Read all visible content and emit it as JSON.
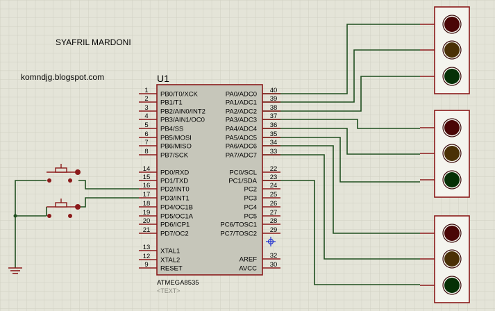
{
  "author": "SYAFRIL MARDONI",
  "website": "komndjg.blogspot.com",
  "chip": {
    "ref": "U1",
    "part": "ATMEGA8535",
    "text_placeholder": "<TEXT>",
    "left_pins": [
      {
        "num": "1",
        "name": "PB0/T0/XCK"
      },
      {
        "num": "2",
        "name": "PB1/T1"
      },
      {
        "num": "3",
        "name": "PB2/AIN0/INT2"
      },
      {
        "num": "4",
        "name": "PB3/AIN1/OC0"
      },
      {
        "num": "5",
        "name": "PB4/SS"
      },
      {
        "num": "6",
        "name": "PB5/MOSI"
      },
      {
        "num": "7",
        "name": "PB6/MISO"
      },
      {
        "num": "8",
        "name": "PB7/SCK"
      },
      {
        "num": "14",
        "name": "PD0/RXD"
      },
      {
        "num": "15",
        "name": "PD1/TXD"
      },
      {
        "num": "16",
        "name": "PD2/INT0"
      },
      {
        "num": "17",
        "name": "PD3/INT1"
      },
      {
        "num": "18",
        "name": "PD4/OC1B"
      },
      {
        "num": "19",
        "name": "PD5/OC1A"
      },
      {
        "num": "20",
        "name": "PD6/ICP1"
      },
      {
        "num": "21",
        "name": "PD7/OC2"
      },
      {
        "num": "13",
        "name": "XTAL1"
      },
      {
        "num": "12",
        "name": "XTAL2"
      },
      {
        "num": "9",
        "name": "RESET"
      }
    ],
    "right_pins": [
      {
        "num": "40",
        "name": "PA0/ADC0"
      },
      {
        "num": "39",
        "name": "PA1/ADC1"
      },
      {
        "num": "38",
        "name": "PA2/ADC2"
      },
      {
        "num": "37",
        "name": "PA3/ADC3"
      },
      {
        "num": "36",
        "name": "PA4/ADC4"
      },
      {
        "num": "35",
        "name": "PA5/ADC5"
      },
      {
        "num": "34",
        "name": "PA6/ADC6"
      },
      {
        "num": "33",
        "name": "PA7/ADC7"
      },
      {
        "num": "22",
        "name": "PC0/SCL"
      },
      {
        "num": "23",
        "name": "PC1/SDA"
      },
      {
        "num": "24",
        "name": "PC2"
      },
      {
        "num": "25",
        "name": "PC3"
      },
      {
        "num": "26",
        "name": "PC4"
      },
      {
        "num": "27",
        "name": "PC5"
      },
      {
        "num": "28",
        "name": "PC6/TOSC1"
      },
      {
        "num": "29",
        "name": "PC7/TOSC2"
      },
      {
        "num": "32",
        "name": "AREF"
      },
      {
        "num": "30",
        "name": "AVCC"
      }
    ]
  },
  "traffic_lights": [
    {
      "lamps": [
        "red",
        "yellow",
        "green"
      ]
    },
    {
      "lamps": [
        "red",
        "yellow",
        "green"
      ]
    },
    {
      "lamps": [
        "red",
        "yellow",
        "green"
      ]
    }
  ],
  "colors": {
    "background": "#e4e4d8",
    "grid": "#d0d0c2",
    "wire": "#1f4f1f",
    "component": "#8b1a1a",
    "chip_fill": "#c6c6ba",
    "lamp_red": "#4a0606",
    "lamp_yellow": "#4a3006",
    "lamp_green": "#063006",
    "light_box": "#f4f4ee",
    "pin_marker": "#2030d0"
  }
}
